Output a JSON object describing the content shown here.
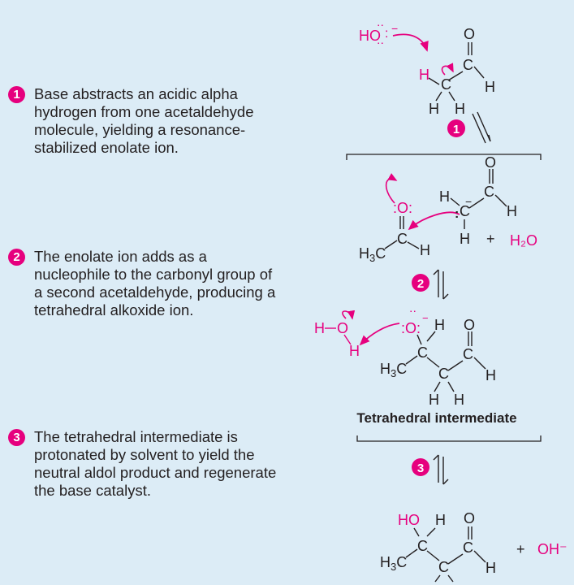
{
  "steps": [
    {
      "num": "1",
      "text": "Base abstracts an acidic alpha hydrogen from one acetaldehyde molecule, yielding a resonance-stabilized enolate ion."
    },
    {
      "num": "2",
      "text": "The enolate ion adds as a nucleophile to the carbonyl group of a second acetaldehyde, producing a tetrahedral alkoxide ion."
    },
    {
      "num": "3",
      "text": "The tetrahedral intermediate is protonated by solvent to yield the neutral aldol product and regenerate the base catalyst."
    }
  ],
  "labels": {
    "intermediate": "Tetrahedral intermediate",
    "water": "H₂O",
    "hydroxide": "OH⁻",
    "plus": "+"
  },
  "colors": {
    "accent": "#e6007e",
    "background": "#dcecf6",
    "text": "#231f20"
  }
}
